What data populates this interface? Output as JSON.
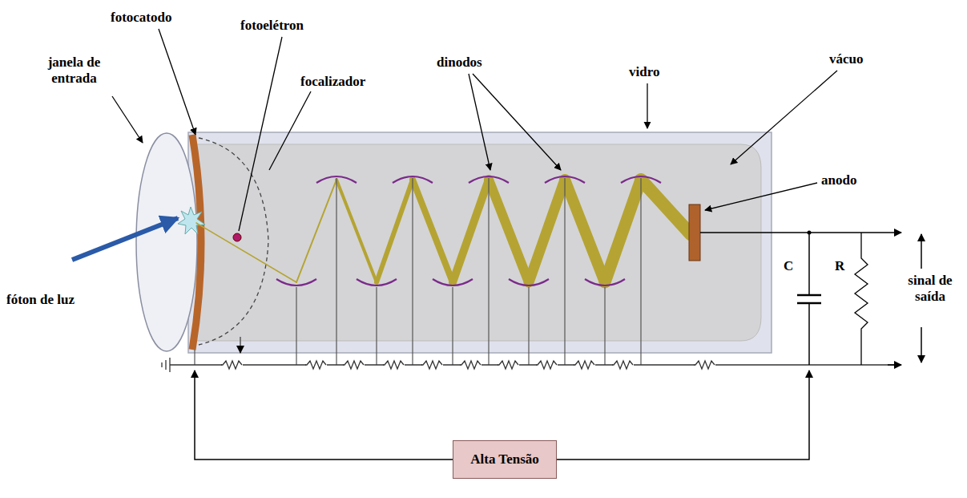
{
  "diagram": {
    "nodes": [
      {
        "text": [
          "Alta Tensão"
        ]
      }
    ],
    "labels": [
      "fotocatodo",
      "fotoelétron",
      "janela de entrada",
      "focalizador",
      "dinodos",
      "vidro",
      "vácuo",
      "anodo",
      "fóton de luz",
      "C",
      "R",
      "sinal de saída"
    ]
  }
}
